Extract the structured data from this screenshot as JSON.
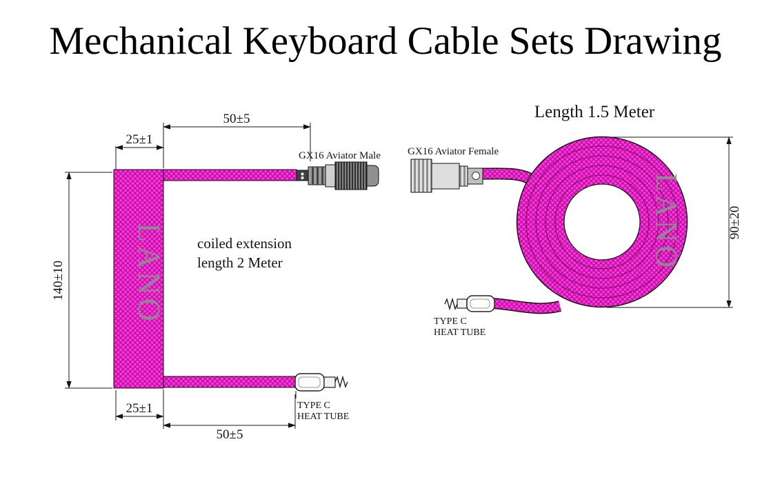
{
  "title": "Mechanical Keyboard Cable Sets Drawing",
  "colors": {
    "cable_base": "#f83ada",
    "cable_hatch": "#b9079c",
    "line": "#141414",
    "brand_text": "#8e8e93"
  },
  "left_diagram": {
    "dim_top_width": "50±5",
    "dim_top_coil_width": "25±1",
    "dim_coil_height": "140±10",
    "dim_bottom_coil_width": "25±1",
    "dim_bottom_width": "50±5",
    "aviator_label": "GX16 Aviator Male",
    "note_line1": "coiled extension",
    "note_line2": "length 2 Meter",
    "brand": "LANO",
    "usb_label_line1": "TYPE C",
    "usb_label_line2": "HEAT TUBE"
  },
  "right_diagram": {
    "title": "Length 1.5 Meter",
    "aviator_label": "GX16 Aviator Female",
    "dim_coil_height": "90±20",
    "brand": "LANO",
    "usb_label_line1": "TYPE C",
    "usb_label_line2": "HEAT TUBE"
  }
}
